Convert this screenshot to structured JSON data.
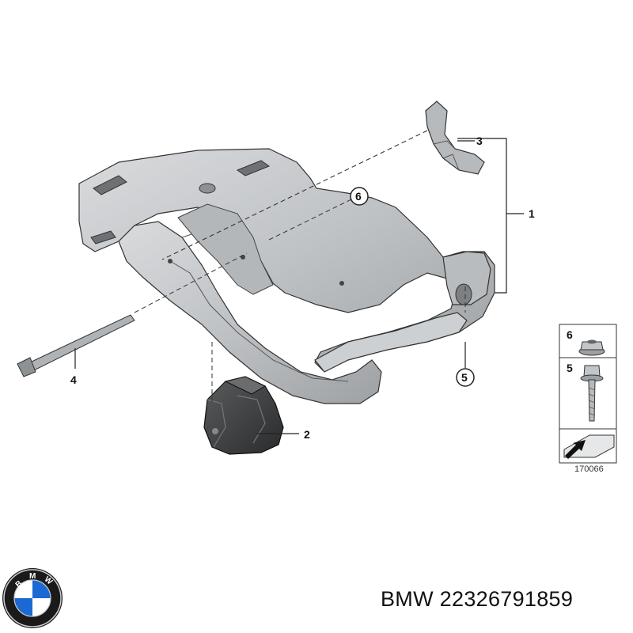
{
  "callouts": {
    "c1": "1",
    "c2": "2",
    "c3": "3",
    "c4": "4",
    "c5": "5",
    "c6": "6"
  },
  "legend": {
    "item6": "6",
    "item5": "5"
  },
  "diagram_number": "170066",
  "logo": {
    "letters": "BMW",
    "colors": {
      "blue": "#1c69d4",
      "white": "#ffffff",
      "ring": "#1a1a1a"
    }
  },
  "caption": "BMW 22326791859",
  "colors": {
    "part_fill": "#c9cbcd",
    "part_shade": "#9fa2a5",
    "part_dark": "#5c5f62",
    "line": "#333333"
  }
}
